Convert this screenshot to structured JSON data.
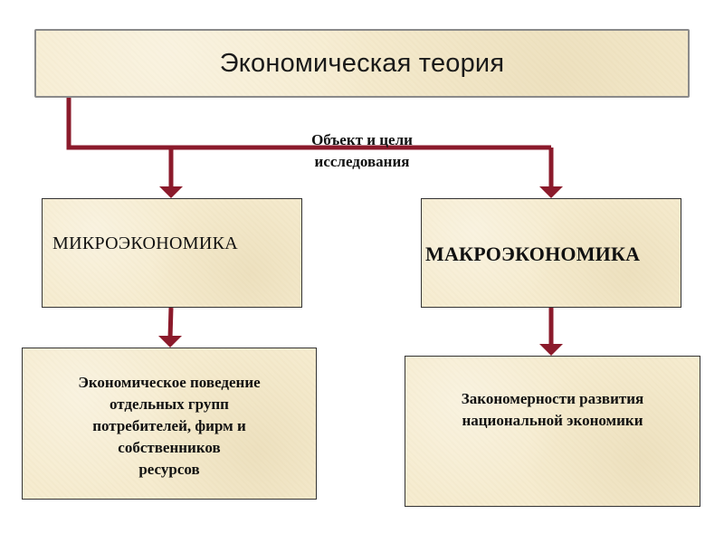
{
  "diagram": {
    "title": "Экономическая теория",
    "edge_label_lines": [
      "Объект   и   цели",
      "исследования"
    ],
    "branches": {
      "micro": {
        "label": "МИКРОЭКОНОМИКА",
        "description_lines": [
          "Экономическое поведение",
          "отдельных групп",
          "потребителей, фирм и",
          "собственников",
          "ресурсов"
        ]
      },
      "macro": {
        "label": "МАКРОЭКОНОМИКА",
        "description_lines": [
          "Закономерности развития",
          "национальной экономики"
        ]
      }
    }
  },
  "colors": {
    "connector": "#8b1a2b",
    "box_fill": "#f6ecd0",
    "text": "#111111"
  }
}
